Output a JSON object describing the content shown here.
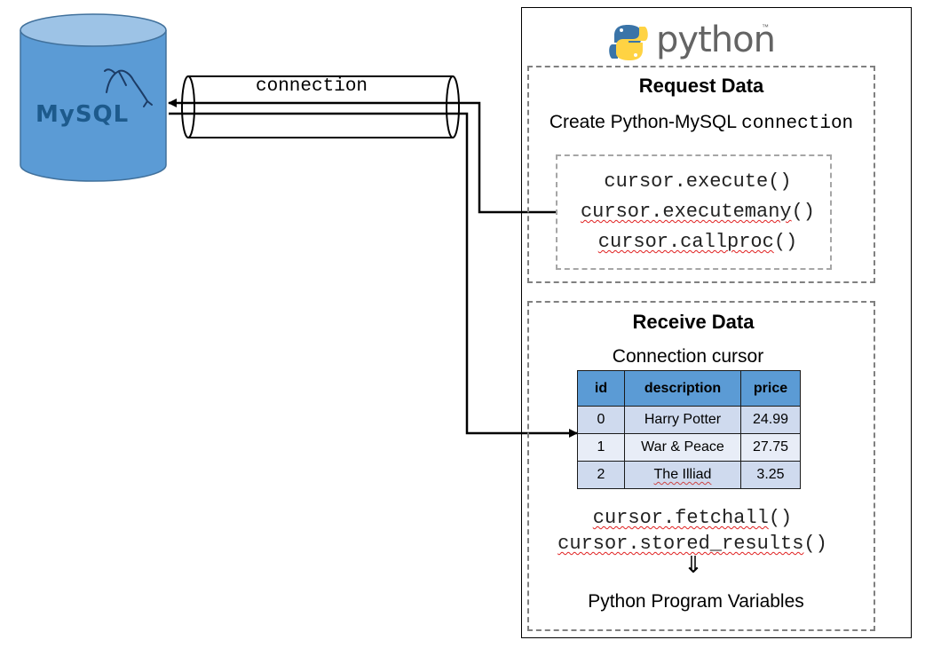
{
  "mysql": {
    "logo_text": "MySQL"
  },
  "pipe": {
    "label": "connection"
  },
  "python": {
    "wordmark": "python",
    "tm": "™"
  },
  "request": {
    "title": "Request Data",
    "subtitle_prefix": "Create Python-MySQL",
    "subtitle_code": "connection",
    "methods": [
      {
        "name": "cursor.execute",
        "parens": "()"
      },
      {
        "name": "cursor.executemany",
        "parens": "()"
      },
      {
        "name": "cursor.callproc",
        "parens": "()"
      }
    ]
  },
  "receive": {
    "title": "Receive Data",
    "subtitle": "Connection cursor",
    "table": {
      "headers": [
        "id",
        "description",
        "price"
      ],
      "rows": [
        [
          "0",
          "Harry Potter",
          "24.99"
        ],
        [
          "1",
          "War & Peace",
          "27.75"
        ],
        [
          "2",
          "The Illiad",
          "3.25"
        ]
      ]
    },
    "methods": [
      {
        "name": "cursor.fetchall",
        "parens": "()"
      },
      {
        "name": "cursor.stored_results",
        "parens": "()"
      }
    ],
    "arrow": "⇓",
    "result": "Python Program Variables"
  },
  "colors": {
    "db_fill": "#5b9bd5",
    "db_top": "#9dc3e6",
    "db_outline": "#41719c",
    "header_fill": "#5b9bd5",
    "row_odd": "#cfdaee",
    "row_even": "#e8edf7",
    "python_blue": "#3a74a8",
    "python_yellow": "#ffd343"
  }
}
